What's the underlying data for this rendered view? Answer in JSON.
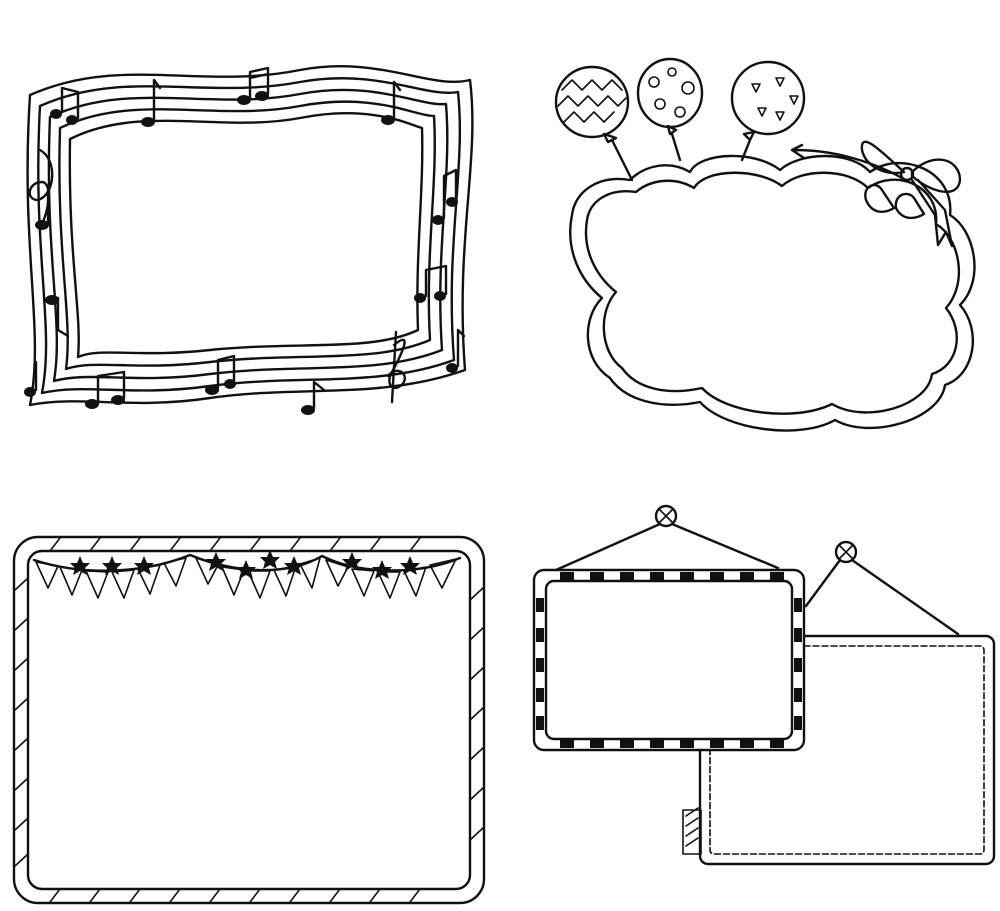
{
  "frames": [
    {
      "kind": "music-note-frame"
    },
    {
      "kind": "cloud-balloon-frame"
    },
    {
      "kind": "bunting-frame"
    },
    {
      "kind": "hanging-sign-frames"
    }
  ],
  "colors": {
    "ink": "#111111",
    "paper": "#ffffff"
  }
}
